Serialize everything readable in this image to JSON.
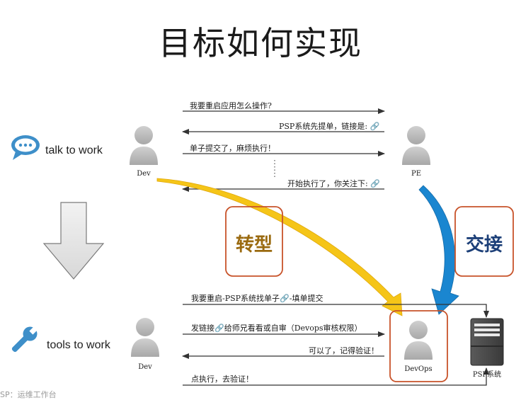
{
  "title": "目标如何实现",
  "top": {
    "label": "talk to work",
    "left_person": "Dev",
    "right_person": "PE",
    "messages": [
      "我要重启应用怎么操作?",
      "PSP系统先提单，链接是: 🔗",
      "单子提交了，麻烦执行！",
      "开始执行了，你关注下: 🔗"
    ]
  },
  "transform": {
    "label": "转型"
  },
  "handover": {
    "label": "交接"
  },
  "bottom": {
    "label": "tools to work",
    "left_person": "Dev",
    "devops_person": "DevOps",
    "system": "PSP系统",
    "messages": [
      "我要重启-PSP系统找单子🔗-填单提交",
      "发链接🔗给师兄看看或自审（Devops审核权限）",
      "可以了，记得验证！",
      "点执行，去验证！"
    ]
  },
  "footer": "SP：运维工作台",
  "colors": {
    "yellow_arrow": "#f5c518",
    "blue_arrow": "#1a86d0",
    "box_border": "#c8532a",
    "transform_text": "#9a6a10",
    "handover_text": "#1c3f78",
    "person_fill": "#b8b8b8"
  }
}
